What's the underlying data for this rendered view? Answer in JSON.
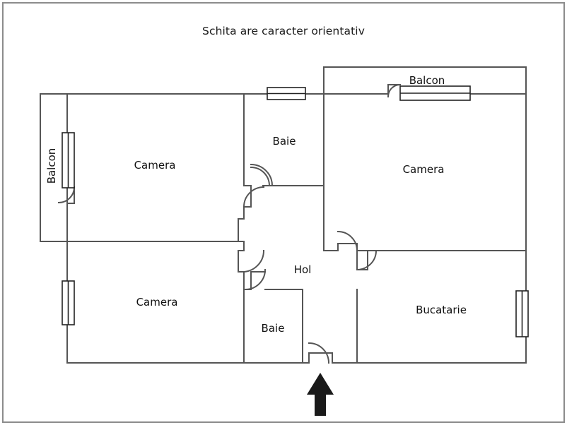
{
  "document": {
    "title": "Schita are caracter orientativ",
    "type": "floor-plan-sketch",
    "language": "ro"
  },
  "colors": {
    "frame_border": "#8c8c8c",
    "wall_line": "#555555",
    "window_line": "#222222",
    "text": "#111111",
    "arrow_fill": "#1a1a1a",
    "background": "#ffffff"
  },
  "rooms": [
    {
      "key": "balcon_left",
      "label": "Balcon",
      "orientation": "vertical"
    },
    {
      "key": "camera_top_left",
      "label": "Camera",
      "orientation": "horizontal"
    },
    {
      "key": "baie_top",
      "label": "Baie",
      "orientation": "horizontal"
    },
    {
      "key": "balcon_top",
      "label": "Balcon",
      "orientation": "horizontal"
    },
    {
      "key": "camera_right",
      "label": "Camera",
      "orientation": "horizontal"
    },
    {
      "key": "hol",
      "label": "Hol",
      "orientation": "horizontal"
    },
    {
      "key": "camera_bottom_left",
      "label": "Camera",
      "orientation": "horizontal"
    },
    {
      "key": "baie_bottom",
      "label": "Baie",
      "orientation": "horizontal"
    },
    {
      "key": "bucatarie",
      "label": "Bucatarie",
      "orientation": "horizontal"
    }
  ],
  "labels": {
    "balcon_left": "Balcon",
    "camera_top_left": "Camera",
    "baie_top": "Baie",
    "balcon_top": "Balcon",
    "camera_right": "Camera",
    "hol": "Hol",
    "camera_bottom_left": "Camera",
    "baie_bottom": "Baie",
    "bucatarie": "Bucatarie"
  },
  "features": {
    "entrance_arrow": "entrance-direction-arrow",
    "entrance_door": "entrance-door",
    "window_count": 5,
    "door_count": 8
  }
}
